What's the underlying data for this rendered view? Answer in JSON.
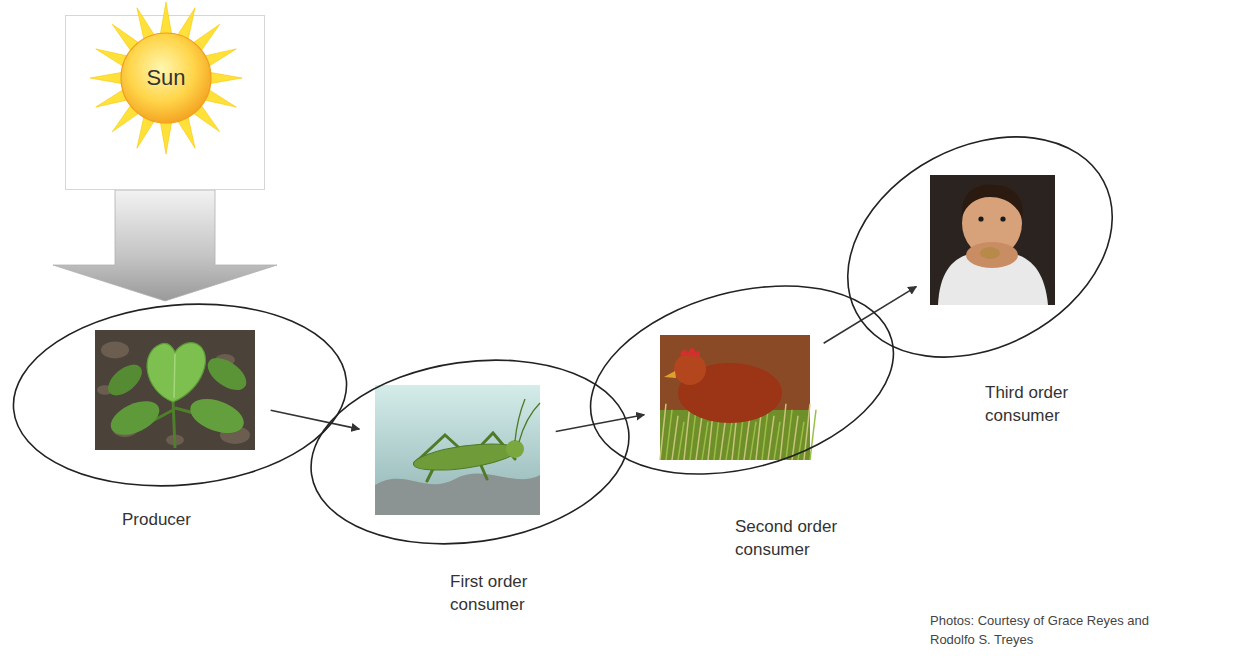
{
  "diagram": {
    "nodes": [
      {
        "text": [
          "Sun"
        ]
      },
      {
        "text": [
          "Producer"
        ]
      },
      {
        "text": [
          "First order consumer"
        ]
      },
      {
        "text": [
          "Second order consumer"
        ]
      },
      {
        "text": [
          "Third order consumer"
        ]
      }
    ],
    "edges": [
      {
        "from": 0,
        "to": 1,
        "arrow": "to"
      },
      {
        "from": 1,
        "to": 2,
        "arrow": "to"
      },
      {
        "from": 2,
        "to": 3,
        "arrow": "to"
      },
      {
        "from": 3,
        "to": 4,
        "arrow": "to"
      }
    ],
    "labels": [
      "Photos: Courtesy of Grace Reyes and Rodolfo S. Treyes"
    ]
  }
}
